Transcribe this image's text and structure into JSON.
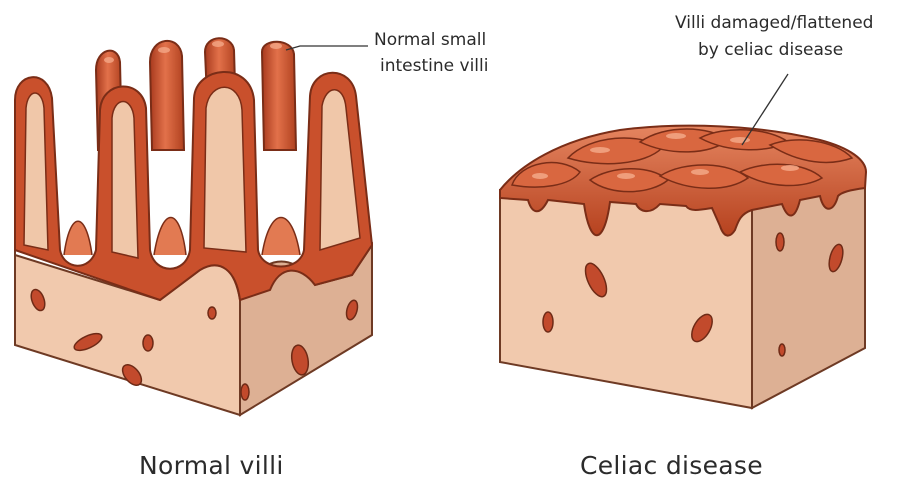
{
  "labels": {
    "normal_callout_line1": "Normal small",
    "normal_callout_line2": "intestine villi",
    "celiac_callout_line1": "Villi damaged/flattened",
    "celiac_callout_line2": "by celiac disease",
    "normal_caption": "Normal villi",
    "celiac_caption": "Celiac disease"
  },
  "colors": {
    "tissue": "#f3cdb2",
    "tissue_shade": "#dcae92",
    "tissue_dark": "#c99578",
    "villus_outer": "#c9502c",
    "villus_inner": "#e07a52",
    "villus_dark": "#8f2f17",
    "vessel": "#c24a2c",
    "outline": "#6e3a24"
  }
}
